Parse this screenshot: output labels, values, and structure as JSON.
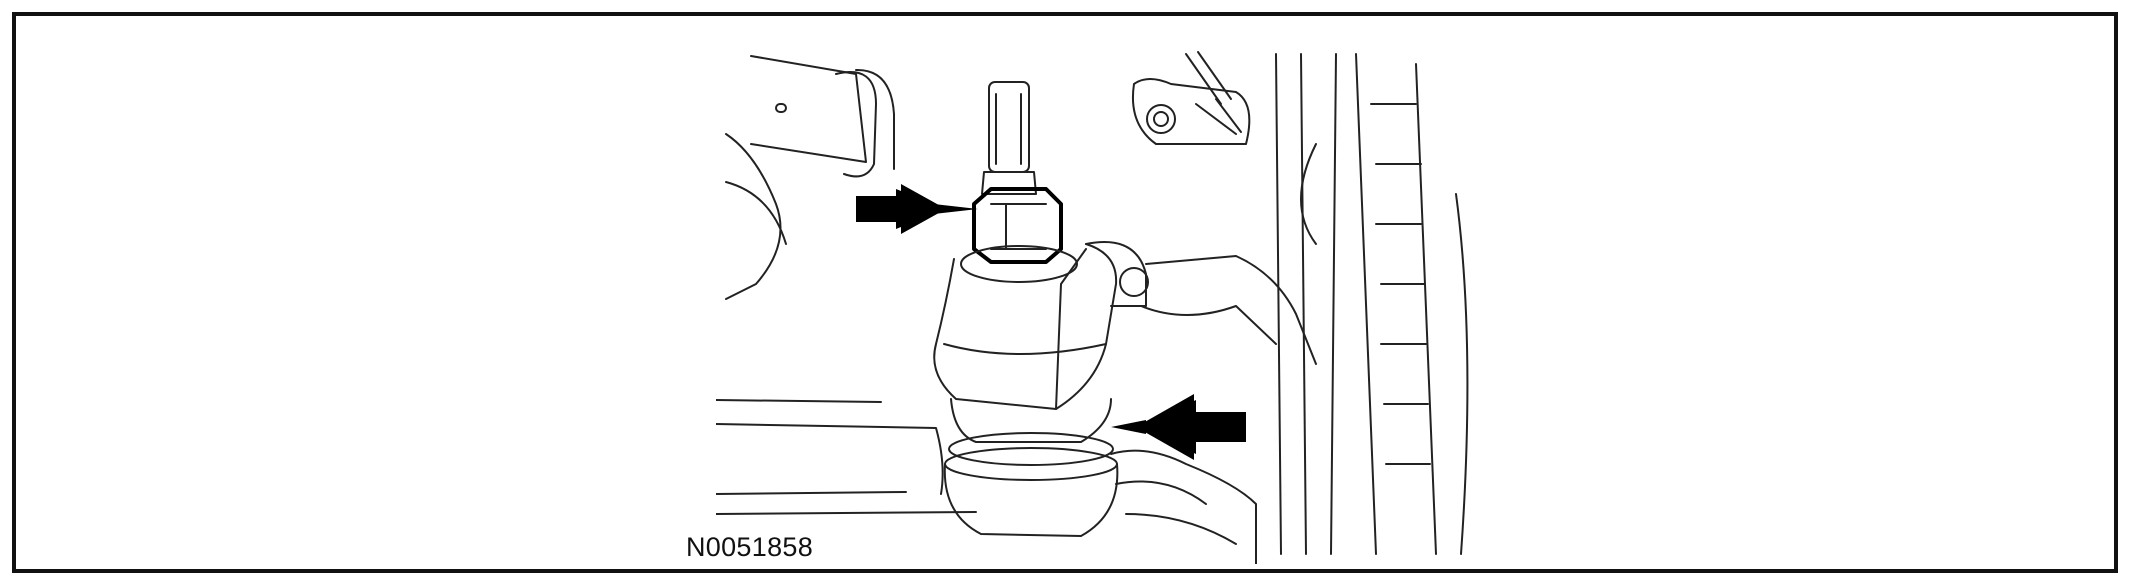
{
  "figure": {
    "id": "N0051858"
  },
  "colors": {
    "border": "#111111",
    "line": "#222222",
    "arrow": "#000000",
    "background": "#ffffff"
  },
  "callouts": [
    {
      "icon": "arrow-right-icon",
      "target": "nut"
    },
    {
      "icon": "arrow-left-icon",
      "target": "boot"
    }
  ]
}
